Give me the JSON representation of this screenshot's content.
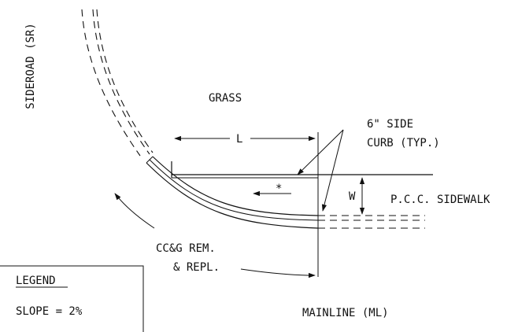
{
  "labels": {
    "sideroad": "SIDEROAD (SR)",
    "grass": "GRASS",
    "side_curb_line1": "6\" SIDE",
    "side_curb_line2": "CURB (TYP.)",
    "length": "L",
    "width": "W",
    "sidewalk": "P.C.C. SIDEWALK",
    "asterisk": "*",
    "ccg_line1": "CC&G REM.",
    "ccg_line2": "& REPL.",
    "mainline": "MAINLINE (ML)"
  },
  "legend": {
    "title": "LEGEND",
    "slope": "SLOPE = 2%"
  }
}
